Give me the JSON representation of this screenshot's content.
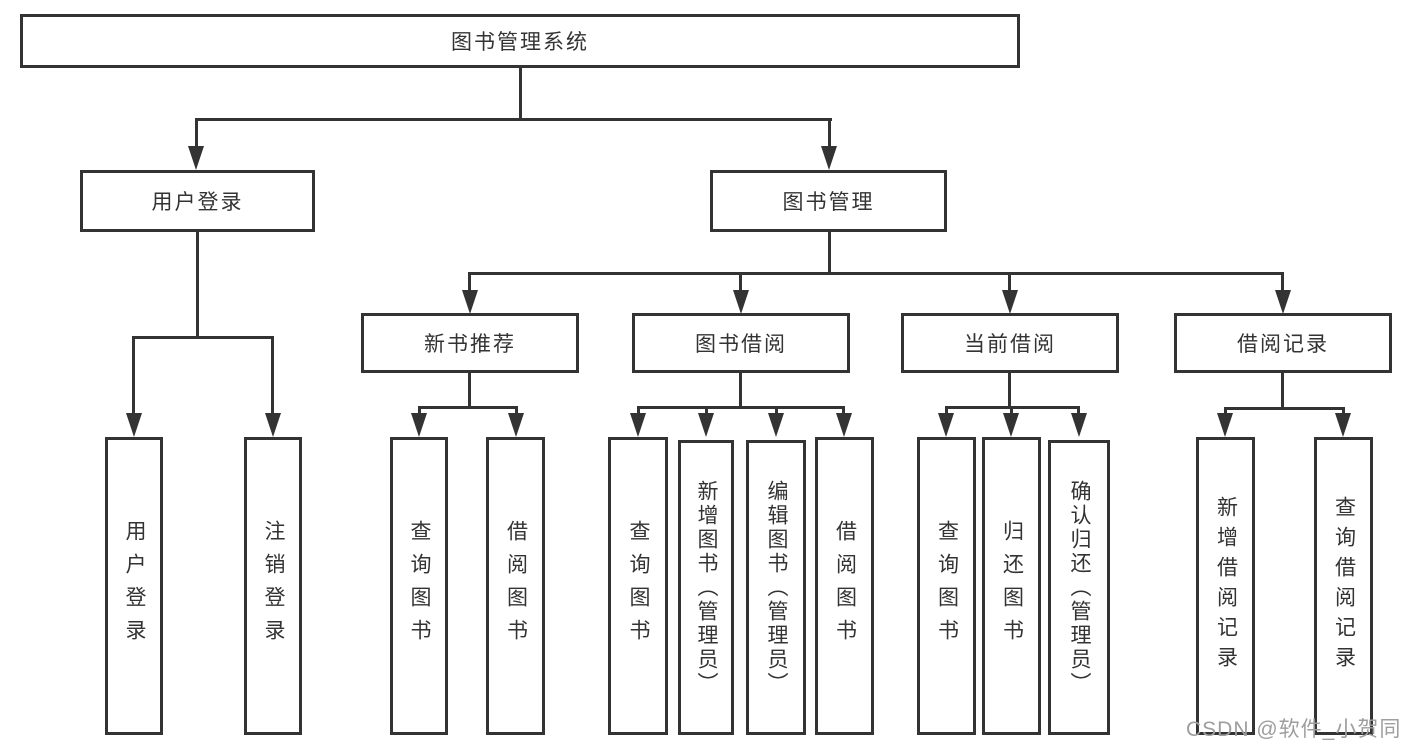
{
  "colors": {
    "line": "#333333",
    "text": "#333333",
    "box_bg": "#ffffff",
    "watermark": "#9e9e9e"
  },
  "root": {
    "label": "图书管理系统"
  },
  "level2": {
    "user_login": {
      "label": "用户登录"
    },
    "book_mgmt": {
      "label": "图书管理"
    }
  },
  "level3": {
    "new_book_rec": {
      "label": "新书推荐"
    },
    "book_borrow": {
      "label": "图书借阅"
    },
    "current_borrow": {
      "label": "当前借阅"
    },
    "borrow_record": {
      "label": "借阅记录"
    }
  },
  "leaves": {
    "user_login": {
      "label": "用户登录"
    },
    "logout": {
      "label": "注销登录"
    },
    "rec_query_book": {
      "label": "查询图书"
    },
    "rec_borrow_book": {
      "label": "借阅图书"
    },
    "borrow_query_book": {
      "label": "查询图书"
    },
    "borrow_add_book": {
      "label": "新增图书（管理员）"
    },
    "borrow_edit_book": {
      "label": "编辑图书（管理员）"
    },
    "borrow_borrow_book": {
      "label": "借阅图书"
    },
    "current_query_book": {
      "label": "查询图书"
    },
    "current_return_book": {
      "label": "归还图书"
    },
    "current_confirm_return": {
      "label": "确认归还（管理员）"
    },
    "record_add_record": {
      "label": "新增借阅记录"
    },
    "record_query_record": {
      "label": "查询借阅记录"
    }
  },
  "watermark": {
    "text": "CSDN @软件_小贺同学"
  }
}
